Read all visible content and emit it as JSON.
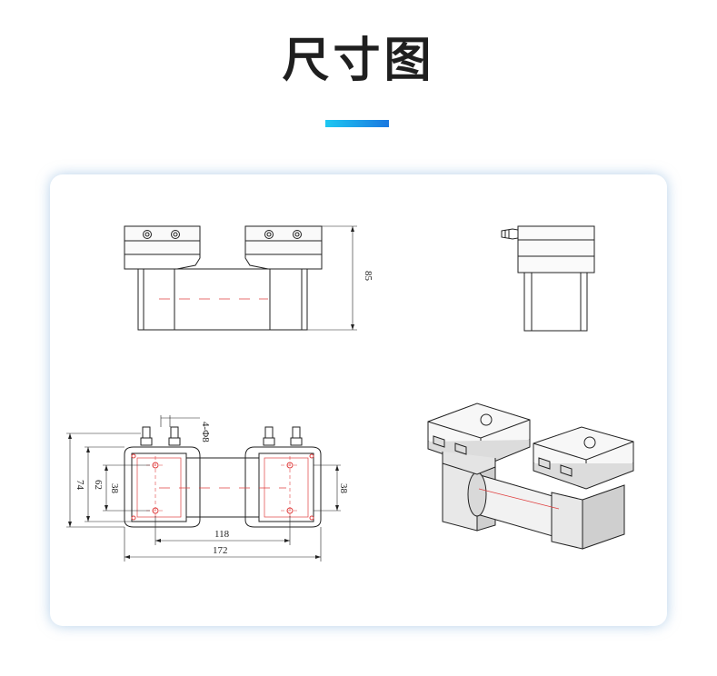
{
  "title": "尺寸图",
  "accent_gradient": [
    "#1ec8f2",
    "#1a78e0"
  ],
  "dimensions": {
    "height": "85",
    "hole_spec": "4-Φ8",
    "outer_height": "74",
    "mid_height": "62",
    "hole_spacing_left": "38",
    "hole_spacing_right": "38",
    "hole_spacing_width": "118",
    "total_width": "172"
  }
}
